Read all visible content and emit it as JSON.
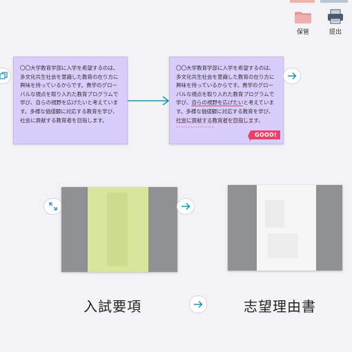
{
  "toolbar": {
    "store_label": "保管",
    "submit_label": "提出",
    "store_color": "#e8a0a0",
    "submit_color": "#9fb2c8"
  },
  "cards": {
    "original_text": "〇〇大学教育学部に入学を希望するのは、多文化共生社会を意識した教育の在り方に興味を持っているからです。貴学のグローバルな視点を取り入れた教育プログラムで学び、自らの視野を広げたいと考えています。多様な価値観に対応する教育を学び、社会に貢献する教育者を目指します。",
    "reviewed_text_before": "〇〇大学教育学部に入学を希望するのは、多文化共生社会を意識した教育の在り方に興味を持っているからです。貴学のグローバルな視点を取り入れた教育プログラムで学び、",
    "reviewed_text_underlined": "自らの視野を広げたい",
    "reviewed_text_after": "と考えています。多様な価値観に対応する教育を学び、社会に貢献する教育者を目指します。",
    "badge": "GOOD!"
  },
  "documents": {
    "left_label": "入試要項",
    "right_label": "志望理由書"
  },
  "colors": {
    "card": "#d9cdfb",
    "arrow": "#1e8fb0",
    "highlight": "#d7e69a",
    "badge": "#e8426a"
  }
}
